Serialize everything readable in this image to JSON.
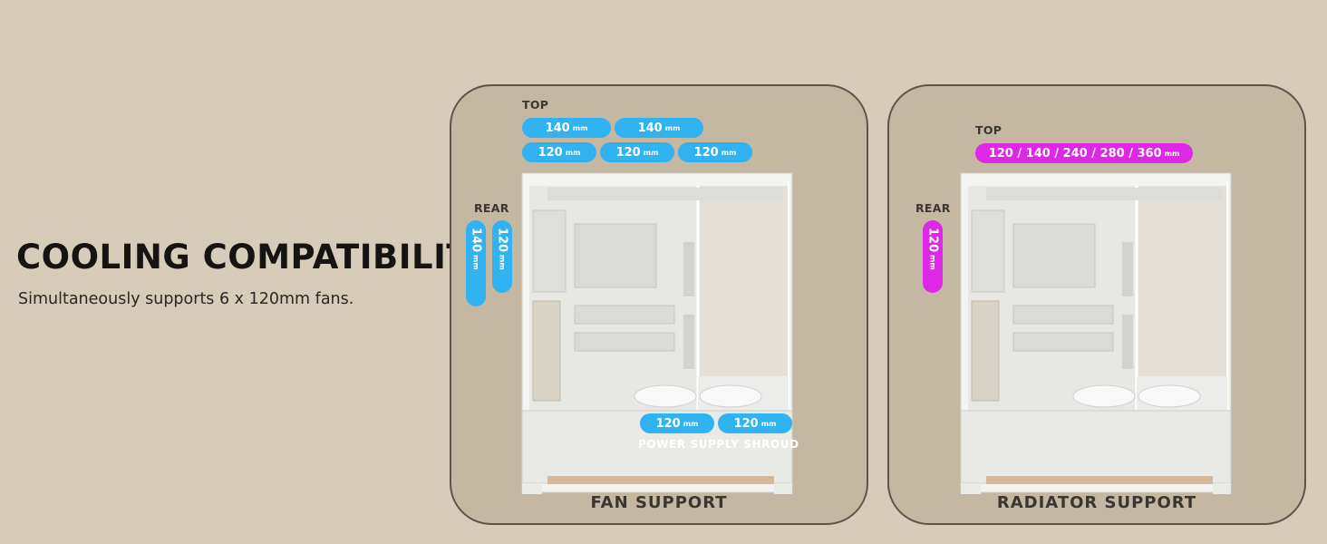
{
  "heading": {
    "title": "COOLING COMPATIBILITY",
    "subtitle": "Simultaneously supports 6 x 120mm fans."
  },
  "fan_support": {
    "title": "FAN SUPPORT",
    "top_label": "TOP",
    "rear_label": "REAR",
    "psu_label": "POWER SUPPLY SHROUD",
    "unit": "mm",
    "top_row1": [
      "140",
      "140"
    ],
    "top_row2": [
      "120",
      "120",
      "120"
    ],
    "rear": [
      "140",
      "120"
    ],
    "bottom": [
      "120",
      "120"
    ]
  },
  "radiator_support": {
    "title": "RADIATOR SUPPORT",
    "top_label": "TOP",
    "rear_label": "REAR",
    "unit": "mm",
    "top": "120 / 140 / 240 / 280 / 360",
    "rear": "120"
  },
  "colors": {
    "fan_pill": "#31b2f1",
    "radiator_pill": "#df27e8",
    "background": "#d7ccb9"
  }
}
